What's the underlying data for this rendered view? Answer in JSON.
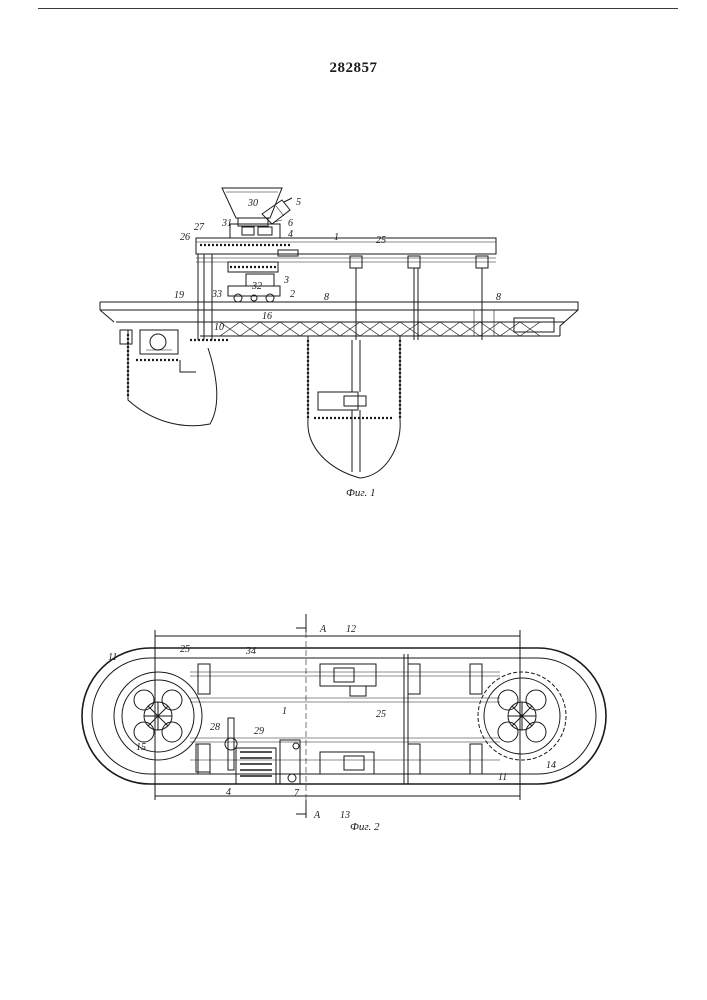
{
  "document": {
    "patent_number": "282857"
  },
  "figure1": {
    "caption": "Фиг. 1",
    "labels": {
      "l30": "30",
      "l5": "5",
      "l31": "31",
      "l6": "6",
      "l27": "27",
      "l4": "4",
      "l26": "26",
      "l1": "1",
      "l25": "25",
      "l3": "3",
      "l32": "32",
      "l33": "33",
      "l2": "2",
      "l8a": "8",
      "l8b": "8",
      "l19": "19",
      "l16": "16",
      "l10": "10"
    }
  },
  "figure2": {
    "caption": "Фиг. 2",
    "labels": {
      "lA_top": "A",
      "lA_bottom": "A",
      "l12": "12",
      "l25a": "25",
      "l34": "34",
      "l11a": "11",
      "l1": "1",
      "l25b": "25",
      "l28": "28",
      "l29": "29",
      "l15": "15",
      "l4": "4",
      "l7": "7",
      "l13": "13",
      "l11b": "11",
      "l14": "14"
    }
  },
  "colors": {
    "ink": "#1a1a1a",
    "paper": "#ffffff"
  }
}
